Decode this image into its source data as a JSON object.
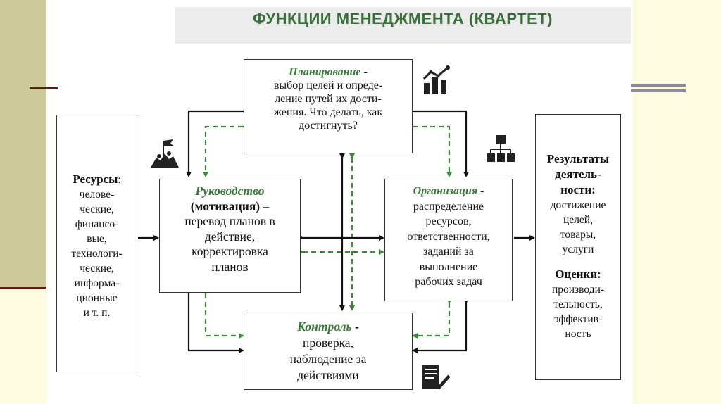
{
  "title": "ФУНКЦИИ МЕНЕДЖМЕНТА (КВАРТЕТ)",
  "colors": {
    "accent": "#3a7a3a",
    "sidebar": "#cdc99b",
    "background": "#fdfbe0",
    "rule": "#5c1f16"
  },
  "planning": {
    "head": "Планирование",
    "dash": " -",
    "lines": [
      "выбор целей и опреде-",
      "ление путей их дости-",
      "жения. Что делать, как",
      "достигнуть?"
    ]
  },
  "leadership": {
    "head": "Руководство",
    "sub": "(мотивация) –",
    "lines": [
      "перевод планов в",
      "действие,",
      "корректировка",
      "планов"
    ]
  },
  "organization": {
    "head": "Организация",
    "dash": " -",
    "lines": [
      "распределение",
      "ресурсов,",
      "ответственности,",
      "заданий  за",
      "выполнение",
      "рабочих задач"
    ]
  },
  "control": {
    "head": "Контроль",
    "dash": " -",
    "lines": [
      "проверка,",
      "наблюдение за",
      "действиями"
    ]
  },
  "resources": {
    "head": "Ресурсы",
    "colon": ":",
    "lines": [
      "челове-",
      "ческие,",
      "финансо-",
      "вые,",
      "технологи-",
      "ческие,",
      "информа-",
      "ционные",
      "и т. п."
    ]
  },
  "results": {
    "head_lines": [
      "Результаты",
      "деятель-",
      "ности:"
    ],
    "lines": [
      "достижение",
      "целей,",
      "товары,",
      "услуги"
    ],
    "eval_head": "Оценки:",
    "eval_lines": [
      "производи-",
      "тельность,",
      "эффектив-",
      "ность"
    ]
  },
  "icons": {
    "planning": "growth-chart-icon",
    "leadership": "flag-team-icon",
    "organization": "org-chart-icon",
    "control": "checklist-icon"
  }
}
